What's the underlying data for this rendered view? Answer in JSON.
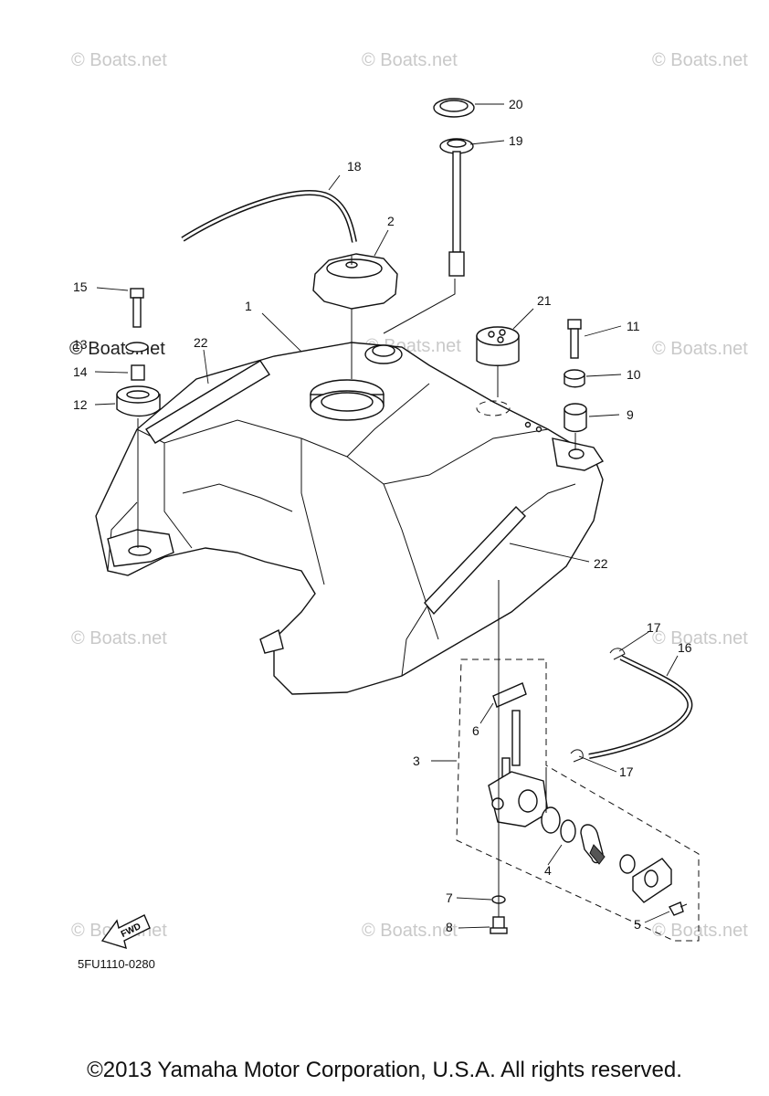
{
  "diagram": {
    "callouts": {
      "c1": "1",
      "c2": "2",
      "c3": "3",
      "c4": "4",
      "c5": "5",
      "c6": "6",
      "c7": "7",
      "c8": "8",
      "c9": "9",
      "c10": "10",
      "c11": "11",
      "c12": "12",
      "c13": "13",
      "c14": "14",
      "c15": "15",
      "c16": "16",
      "c17a": "17",
      "c17b": "17",
      "c18": "18",
      "c19": "19",
      "c20": "20",
      "c21": "21",
      "c22a": "22",
      "c22b": "22"
    },
    "fwd_label": "FWD",
    "diagram_code": "5FU1110-0280"
  },
  "watermarks": {
    "text": "© Boats.net",
    "prominent": "© Boats.net"
  },
  "copyright": "©2013 Yamaha Motor Corporation, U.S.A. All rights reserved."
}
